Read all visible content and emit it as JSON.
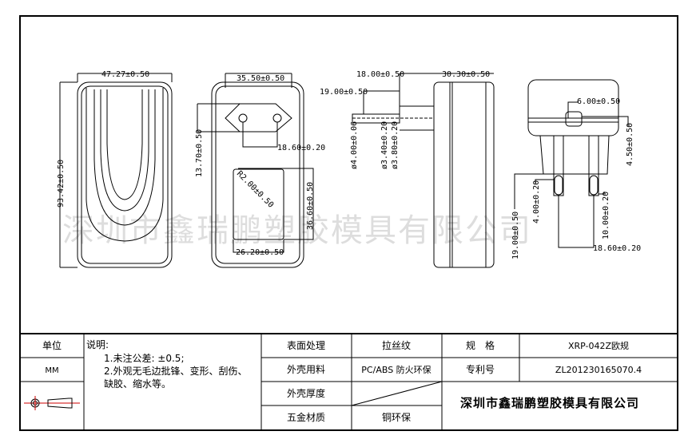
{
  "watermark": "深圳市鑫瑞鹏塑胶模具有限公司",
  "front_view": {
    "width_dim": "47.27±0.50",
    "height_dim": "93.42±0.50"
  },
  "plug_face_view": {
    "width_dim": "35.50±0.50",
    "plug_height_dim": "13.70±0.50",
    "pin_pitch_dim": "18.60±0.20",
    "radius_dim": "R2.00±0.50",
    "label_height_dim": "36.60±0.50",
    "label_width_dim": "26.20±0.50"
  },
  "side_view": {
    "pin_length_dim": "18.00±0.50",
    "pin_total_dim": "19.00±0.50",
    "depth_dim": "30.30±0.50",
    "pin_dia_1": "ø4.00±0.06",
    "pin_dia_2": "ø3.40±0.20",
    "pin_dia_3": "ø3.80±0.20"
  },
  "top_view": {
    "slot_dim": "6.00±0.50",
    "slot_offset_dim": "4.50±0.50",
    "pin_tip_dim": "4.00±0.20",
    "pin_length_dim": "19.00±0.50",
    "insulation_dim": "10.00±0.20",
    "pin_pitch_dim": "18.60±0.20"
  },
  "title_block": {
    "unit_label": "单位",
    "unit_value": "MM",
    "notes_title": "说明:",
    "notes": [
      "1.未注公差: ±0.5;",
      "2.外观无毛边批锋、变形、刮伤、",
      "缺胶、缩水等。"
    ],
    "surface_label": "表面处理",
    "surface_value": "拉丝纹",
    "material_label": "外壳用料",
    "material_value": "PC/ABS 防火环保",
    "thickness_label": "外壳厚度",
    "metal_label": "五金材质",
    "metal_value": "铜环保",
    "spec_label": "规　格",
    "spec_value": "XRP-042Z欧规",
    "patent_label": "专利号",
    "patent_value": "ZL201230165070.4",
    "company": "深圳市鑫瑞鹏塑胶模具有限公司"
  }
}
